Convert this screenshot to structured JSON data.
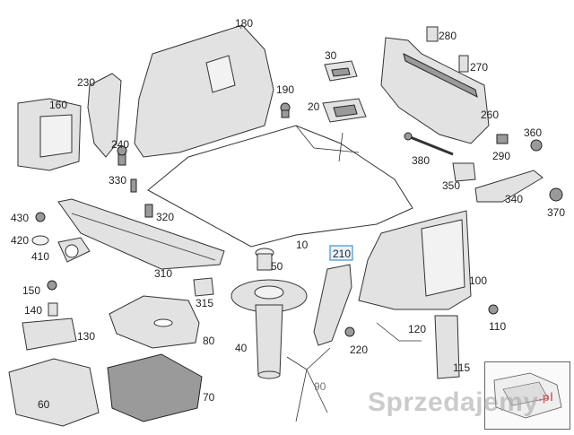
{
  "diagram": {
    "parts": [
      {
        "id": "p180",
        "label": "180"
      },
      {
        "id": "p230",
        "label": "230"
      },
      {
        "id": "p160",
        "label": "160"
      },
      {
        "id": "p240",
        "label": "240"
      },
      {
        "id": "p190",
        "label": "190"
      },
      {
        "id": "p30",
        "label": "30"
      },
      {
        "id": "p20",
        "label": "20"
      },
      {
        "id": "p280",
        "label": "280"
      },
      {
        "id": "p270",
        "label": "270"
      },
      {
        "id": "p260",
        "label": "260"
      },
      {
        "id": "p360",
        "label": "360"
      },
      {
        "id": "p290",
        "label": "290"
      },
      {
        "id": "p380",
        "label": "380"
      },
      {
        "id": "p350",
        "label": "350"
      },
      {
        "id": "p340",
        "label": "340"
      },
      {
        "id": "p370",
        "label": "370"
      },
      {
        "id": "p330",
        "label": "330"
      },
      {
        "id": "p320",
        "label": "320"
      },
      {
        "id": "p430",
        "label": "430"
      },
      {
        "id": "p420",
        "label": "420"
      },
      {
        "id": "p410",
        "label": "410"
      },
      {
        "id": "p310",
        "label": "310"
      },
      {
        "id": "p10",
        "label": "10"
      },
      {
        "id": "p50",
        "label": "50"
      },
      {
        "id": "p210",
        "label": "210"
      },
      {
        "id": "p100",
        "label": "100"
      },
      {
        "id": "p150",
        "label": "150"
      },
      {
        "id": "p140",
        "label": "140"
      },
      {
        "id": "p130",
        "label": "130"
      },
      {
        "id": "p315",
        "label": "315"
      },
      {
        "id": "p80",
        "label": "80"
      },
      {
        "id": "p40",
        "label": "40"
      },
      {
        "id": "p220",
        "label": "220"
      },
      {
        "id": "p120",
        "label": "120"
      },
      {
        "id": "p110",
        "label": "110"
      },
      {
        "id": "p115",
        "label": "115"
      },
      {
        "id": "p90",
        "label": "90"
      },
      {
        "id": "p60",
        "label": "60"
      },
      {
        "id": "p70",
        "label": "70"
      }
    ],
    "highlighted_part": "210",
    "watermark": {
      "text": "Sprzedajemy",
      "suffix": ".pl"
    }
  }
}
